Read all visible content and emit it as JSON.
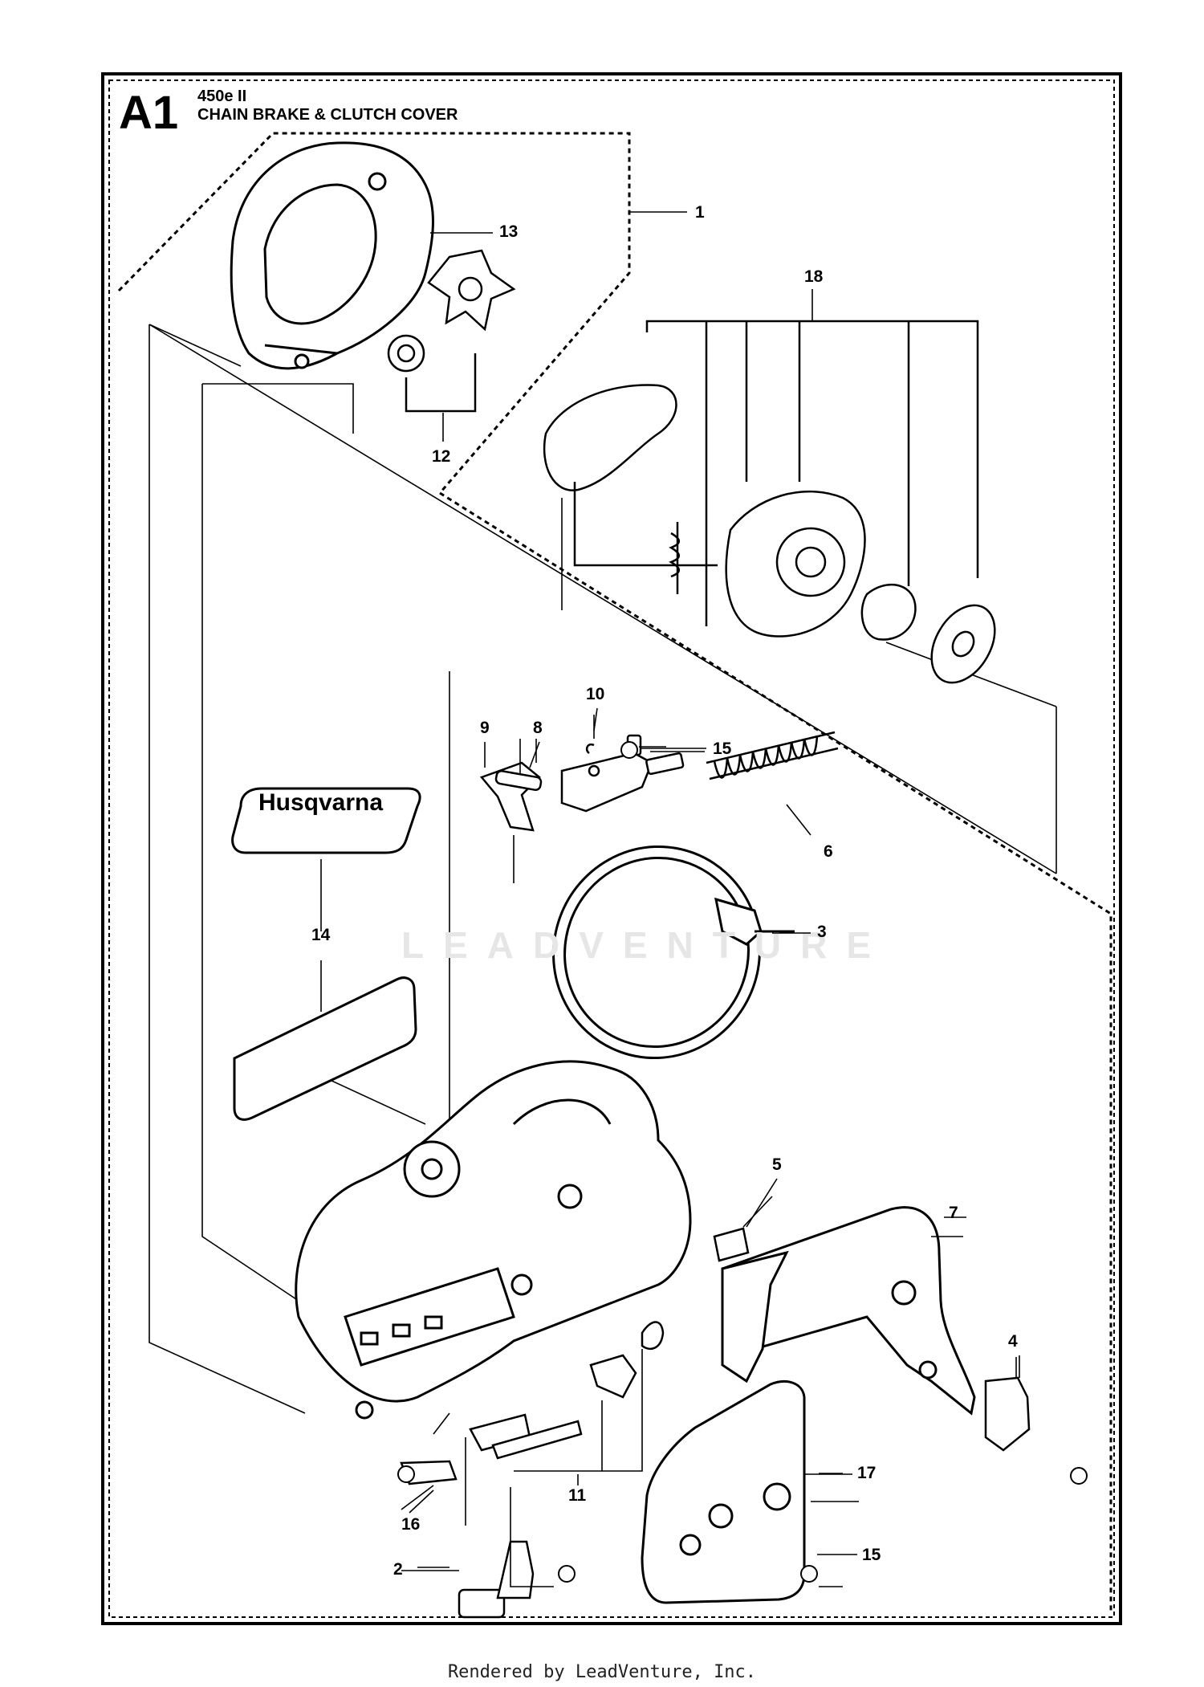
{
  "diagram": {
    "section_code": "A1",
    "model": "450e II",
    "title": "CHAIN BRAKE & CLUTCH COVER",
    "brand_label": "Husqvarna",
    "watermark": "LEADVENTURE",
    "footer": "Rendered by LeadVenture, Inc."
  },
  "callouts": [
    {
      "id": "1",
      "label": "1"
    },
    {
      "id": "2",
      "label": "2"
    },
    {
      "id": "3",
      "label": "3"
    },
    {
      "id": "4",
      "label": "4"
    },
    {
      "id": "5",
      "label": "5"
    },
    {
      "id": "6",
      "label": "6"
    },
    {
      "id": "7",
      "label": "7"
    },
    {
      "id": "8",
      "label": "8"
    },
    {
      "id": "9",
      "label": "9"
    },
    {
      "id": "10",
      "label": "10"
    },
    {
      "id": "11",
      "label": "11"
    },
    {
      "id": "12",
      "label": "12"
    },
    {
      "id": "13",
      "label": "13"
    },
    {
      "id": "14",
      "label": "14"
    },
    {
      "id": "15a",
      "label": "15"
    },
    {
      "id": "15b",
      "label": "15"
    },
    {
      "id": "16",
      "label": "16"
    },
    {
      "id": "17",
      "label": "17"
    },
    {
      "id": "18",
      "label": "18"
    }
  ]
}
